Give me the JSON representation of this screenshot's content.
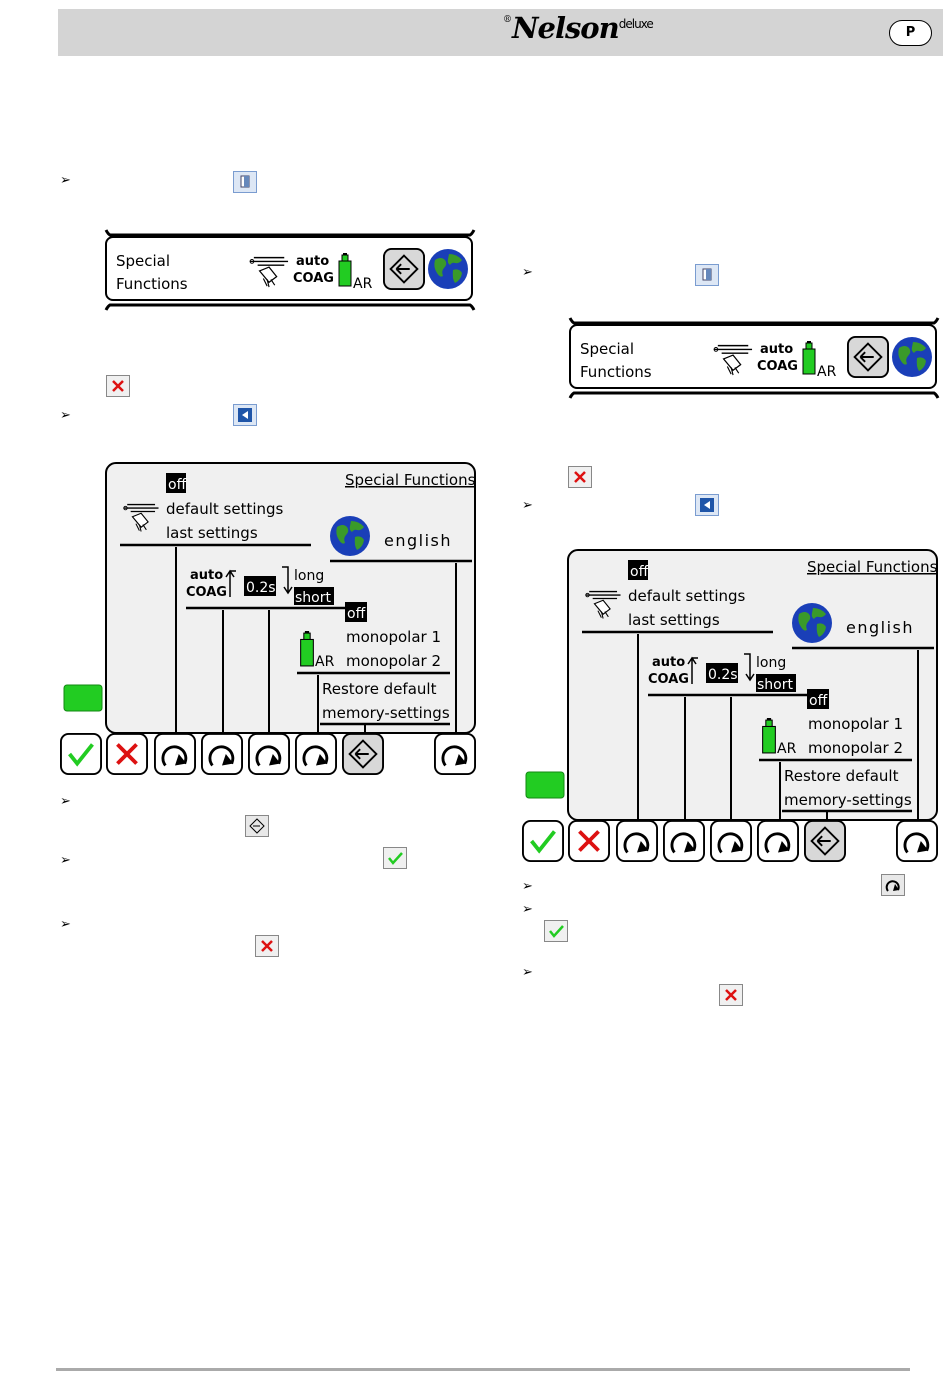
{
  "header": {
    "brand": "Nelson",
    "registered": "®",
    "brand_suffix": "deluxe",
    "page_badge": "P"
  },
  "panel_small": {
    "title_line1": "Special",
    "title_line2": "Functions",
    "auto": "auto",
    "coag": "COAG",
    "ar": "AR"
  },
  "panel_large": {
    "title": "Special Functions",
    "option_off": "off",
    "option_default": "default settings",
    "option_last": "last settings",
    "language": "english",
    "auto": "auto",
    "coag": "COAG",
    "time_value": "0.2s",
    "long": "long",
    "short": "short",
    "mono_off": "off",
    "mono1": "monopolar 1",
    "mono2": "monopolar 2",
    "ar": "AR",
    "restore_line1": "Restore default",
    "restore_line2": "memory-settings"
  },
  "bullet_glyph": "➢",
  "colors": {
    "header_bg": "#d4d4d4",
    "green": "#22cc22",
    "red": "#dd1111",
    "globe_blue": "#1a3fb8",
    "globe_green": "#3a9a2a",
    "panel_bg": "#f0f0f0"
  }
}
